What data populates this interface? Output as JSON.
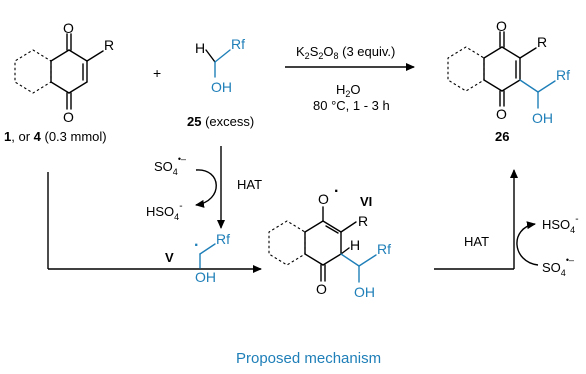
{
  "labels": {
    "R": "R",
    "O": "O",
    "H": "H",
    "Rf": "Rf",
    "OH": "OH",
    "plus": "+",
    "reactant1_prefix": "1",
    "reactant1_mid": ", or ",
    "reactant1_num": "4",
    "reactant1_suffix": " (0.3 mmol)",
    "reagent_num": "25",
    "reagent_suffix": " (excess)",
    "oxidant_K": "K",
    "oxidant_2a": "2",
    "oxidant_S": "S",
    "oxidant_2b": "2",
    "oxidant_O": "O",
    "oxidant_8": "8",
    "oxidant_equiv": " (3 equiv.)",
    "water_H": "H",
    "water_2": "2",
    "water_O": "O",
    "temp_time": "80 °C, 1 - 3 h",
    "product_num": "26",
    "so4": "SO",
    "sub4": "4",
    "radical_minus": "•–",
    "hso4": "HSO",
    "hso4_minus": "-",
    "hat1": "HAT",
    "hat2": "HAT",
    "int_V": "V",
    "int_VI": "VI",
    "radical_dot": "·",
    "mechanism_caption": "Proposed mechanism"
  },
  "colors": {
    "text": "#000000",
    "accent": "#1f7fb8"
  }
}
